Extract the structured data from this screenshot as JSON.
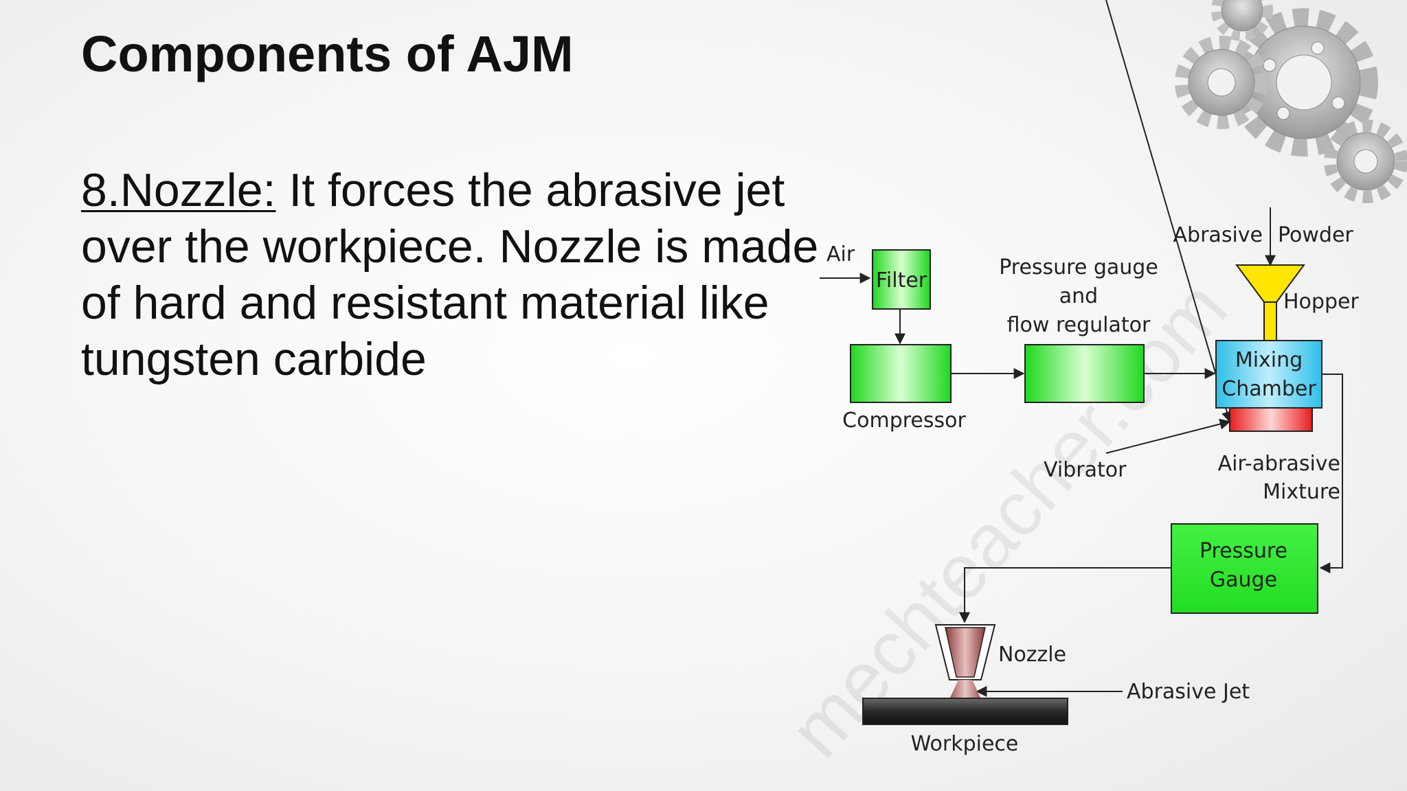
{
  "slide": {
    "title": "Components of AJM",
    "term": "8.Nozzle:",
    "description": " It forces the abrasive jet over the workpiece. Nozzle is made of hard and resistant material like tungsten carbide"
  },
  "diagram": {
    "air": "Air",
    "filter": "Filter",
    "compressor": "Compressor",
    "pressure_regulator": [
      "Pressure gauge",
      "and",
      "flow regulator"
    ],
    "abrasive": "Abrasive",
    "powder": "Powder",
    "hopper": "Hopper",
    "mixing_chamber": [
      "Mixing",
      "Chamber"
    ],
    "vibrator": "Vibrator",
    "mixture": [
      "Air-abrasive",
      "Mixture"
    ],
    "pressure_gauge": [
      "Pressure",
      "Gauge"
    ],
    "nozzle": "Nozzle",
    "abrasive_jet": "Abrasive Jet",
    "workpiece": "Workpiece"
  },
  "watermark": "mechteacher.com",
  "colors": {
    "box_green": "#33ee33",
    "box_cyan": "#33c6ee",
    "hopper_yellow": "#ffe600",
    "vibrator_red": "#ee2222",
    "nozzle_brown": "#9c4a4a"
  }
}
